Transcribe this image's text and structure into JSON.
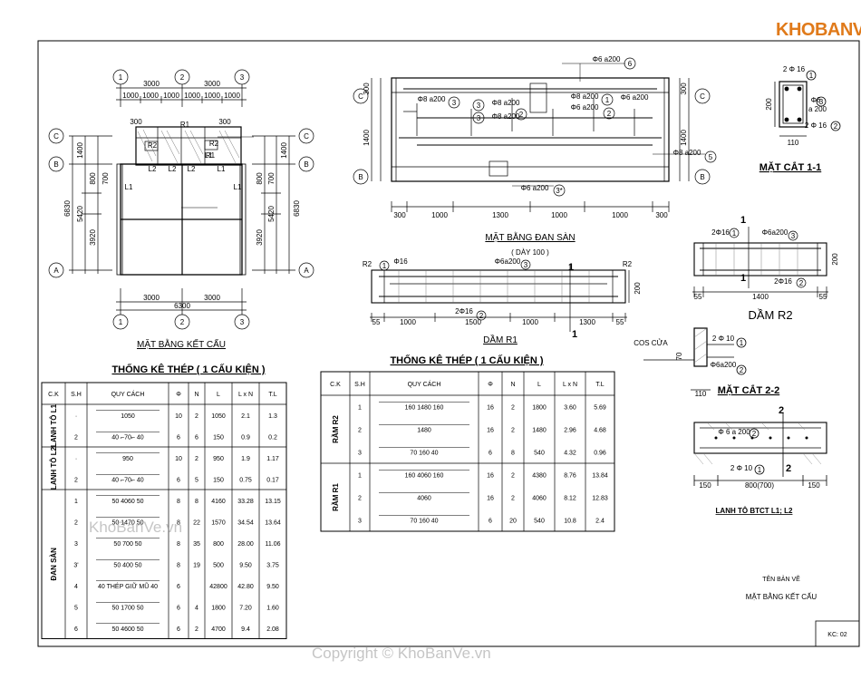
{
  "branding": {
    "logo": "KHOBANVE",
    "watermark_mid": "KhoBanVe.vn",
    "watermark_bottom": "Copyright © KhoBanVe.vn"
  },
  "plan": {
    "title": "MẶT BẰNG KẾT CẤU",
    "axes_x": [
      "1",
      "2",
      "3"
    ],
    "axes_y": [
      "C",
      "B",
      "A"
    ],
    "top_dims_main": [
      "3000",
      "3000"
    ],
    "top_dims_sub": [
      "1000",
      "1000",
      "1000",
      "1000",
      "1000",
      "1000"
    ],
    "bottom_dims_main": [
      "3000",
      "3000"
    ],
    "bottom_total": "6300",
    "side_dims": [
      "1400",
      "800",
      "700",
      "5420",
      "3920"
    ],
    "side_total": "6830",
    "labels": [
      "300",
      "R1",
      "300",
      "R2",
      "R2",
      "R1",
      "L2",
      "L2",
      "L2",
      "L1",
      "L1",
      "L1",
      "L1"
    ]
  },
  "slab": {
    "title": "MẶT BẰNG ĐAN SÀN",
    "subtitle": "( DÀY 100 )",
    "axes": [
      "C",
      "B",
      "C",
      "B"
    ],
    "bars": [
      "Φ6 a200",
      "Φ8 a200",
      "Φ8 a200",
      "Φ8 a200",
      "Φ6 a200",
      "Φ6 a200",
      "Φ8 a200",
      "Φ8 a200",
      "Φ6 a200"
    ],
    "bar_marks": [
      "6",
      "3",
      "3",
      "3",
      "2",
      "1",
      "2",
      "5",
      "3*"
    ],
    "side_dims": [
      "300",
      "1400",
      "300",
      "1400"
    ],
    "bottom_dims": [
      "300",
      "1000",
      "1300",
      "1000",
      "1000",
      "300"
    ]
  },
  "beam_r1": {
    "title": "DẦM R1",
    "labels": [
      "R2",
      "R2",
      "1",
      "1"
    ],
    "bars": [
      "Φ16",
      "Φ6a200",
      "2Φ16"
    ],
    "bar_marks": [
      "1",
      "3",
      "2"
    ],
    "dims": [
      "55",
      "1000",
      "1500",
      "1000",
      "1300",
      "55"
    ],
    "height": "200"
  },
  "beam_r2": {
    "title": "DẦM R2",
    "labels": [
      "1",
      "1"
    ],
    "bars": [
      "2Φ16",
      "Φ6a200",
      "2Φ16"
    ],
    "bar_marks": [
      "1",
      "3",
      "2"
    ],
    "dims": [
      "55",
      "1400",
      "55"
    ],
    "height": "200"
  },
  "section_11": {
    "title": "MẶT CẮT 1-1",
    "bars": [
      "2 Φ 16",
      "Φ6",
      "a 200",
      "2 Φ 16"
    ],
    "bar_marks": [
      "1",
      "3",
      "2"
    ],
    "dims": [
      "200",
      "110"
    ]
  },
  "section_22": {
    "title": "MẶT CẮT 2-2",
    "level": "COS CỬA",
    "bars": [
      "2 Φ 10",
      "Φ6a200"
    ],
    "bar_marks": [
      "1",
      "2"
    ],
    "dims": [
      "110",
      "70"
    ]
  },
  "lintel": {
    "title": "LANH TÔ BTCT L1; L2",
    "bars": [
      "Φ 6 a 200",
      "2 Φ 10"
    ],
    "bar_marks": [
      "2",
      "1"
    ],
    "section_marks": [
      "2",
      "2"
    ],
    "dims": [
      "150",
      "800(700)",
      "150"
    ]
  },
  "table_left": {
    "title": "THỐNG KÊ THÉP ( 1 CẤU KIỆN )",
    "headers": [
      "C.K",
      "S.H",
      "QUY CÁCH",
      "Φ",
      "N",
      "L",
      "L x N",
      "T.L"
    ],
    "groups": [
      {
        "name": "LANH TÔ L1",
        "rows": [
          {
            "sh": "·",
            "shape": "1050",
            "phi": "10",
            "n": "2",
            "l": "1050",
            "lxn": "2.1",
            "tl": "1.3"
          },
          {
            "sh": "2",
            "shape": "40 ⌐70⌐ 40",
            "phi": "6",
            "n": "6",
            "l": "150",
            "lxn": "0.9",
            "tl": "0.2"
          }
        ]
      },
      {
        "name": "LANH TÔ L2",
        "rows": [
          {
            "sh": "·",
            "shape": "950",
            "phi": "10",
            "n": "2",
            "l": "950",
            "lxn": "1.9",
            "tl": "1.17"
          },
          {
            "sh": "2",
            "shape": "40 ⌐70⌐ 40",
            "phi": "6",
            "n": "5",
            "l": "150",
            "lxn": "0.75",
            "tl": "0.17"
          }
        ]
      },
      {
        "name": "ĐAN SÀN",
        "rows": [
          {
            "sh": "1",
            "shape": "50 4060 50",
            "phi": "8",
            "n": "8",
            "l": "4160",
            "lxn": "33.28",
            "tl": "13.15"
          },
          {
            "sh": "2",
            "shape": "50 1470 50",
            "phi": "8",
            "n": "22",
            "l": "1570",
            "lxn": "34.54",
            "tl": "13.64"
          },
          {
            "sh": "3",
            "shape": "50 700 50",
            "phi": "8",
            "n": "35",
            "l": "800",
            "lxn": "28.00",
            "tl": "11.06"
          },
          {
            "sh": "3'",
            "shape": "50 400 50",
            "phi": "8",
            "n": "19",
            "l": "500",
            "lxn": "9.50",
            "tl": "3.75"
          },
          {
            "sh": "4",
            "shape": "40 THÉP GIỮ MŨ 40",
            "phi": "6",
            "n": "",
            "l": "42800",
            "lxn": "42.80",
            "tl": "9.50"
          },
          {
            "sh": "5",
            "shape": "50 1700 50",
            "phi": "6",
            "n": "4",
            "l": "1800",
            "lxn": "7.20",
            "tl": "1.60"
          },
          {
            "sh": "6",
            "shape": "50 4600 50",
            "phi": "6",
            "n": "2",
            "l": "4700",
            "lxn": "9.4",
            "tl": "2.08"
          }
        ]
      }
    ]
  },
  "table_right": {
    "title": "THỐNG KÊ THÉP ( 1 CẤU KIỆN )",
    "headers": [
      "C.K",
      "S.H",
      "QUY CÁCH",
      "Φ",
      "N",
      "L",
      "L x N",
      "T.L"
    ],
    "groups": [
      {
        "name": "RẦM R2",
        "rows": [
          {
            "sh": "1",
            "shape": "160 1480 160",
            "phi": "16",
            "n": "2",
            "l": "1800",
            "lxn": "3.60",
            "tl": "5.69"
          },
          {
            "sh": "2",
            "shape": "1480",
            "phi": "16",
            "n": "2",
            "l": "1480",
            "lxn": "2.96",
            "tl": "4.68"
          },
          {
            "sh": "3",
            "shape": "70 160 40",
            "phi": "6",
            "n": "8",
            "l": "540",
            "lxn": "4.32",
            "tl": "0.96"
          }
        ]
      },
      {
        "name": "RẦM R1",
        "rows": [
          {
            "sh": "1",
            "shape": "160 4060 160",
            "phi": "16",
            "n": "2",
            "l": "4380",
            "lxn": "8.76",
            "tl": "13.84"
          },
          {
            "sh": "2",
            "shape": "4060",
            "phi": "16",
            "n": "2",
            "l": "4060",
            "lxn": "8.12",
            "tl": "12.83"
          },
          {
            "sh": "3",
            "shape": "70 160 40",
            "phi": "6",
            "n": "20",
            "l": "540",
            "lxn": "10.8",
            "tl": "2.4"
          }
        ]
      }
    ]
  },
  "title_block": {
    "caption": "TÊN BẢN VẼ",
    "drawing_name": "MẶT BẰNG KẾT CẤU",
    "code": "KC: 02"
  }
}
